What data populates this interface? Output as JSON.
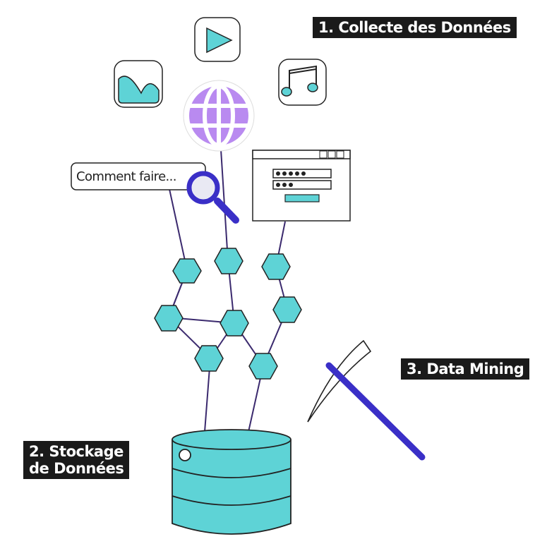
{
  "labels": {
    "collect": "1. Collecte des Données",
    "storage_line1": "2. Stockage",
    "storage_line2": "de Données",
    "mining": "3. Data Mining"
  },
  "search": {
    "text": "Comment faire..."
  },
  "colors": {
    "teal": "#5ed3d6",
    "purple": "#3a2fc7",
    "lavender": "#b98af0",
    "outline": "#222222",
    "line": "#3b2a6e"
  },
  "icons": [
    "image-icon",
    "play-icon",
    "music-icon",
    "globe-icon",
    "magnifier-icon",
    "login-window-icon",
    "database-icon",
    "pickaxe-icon"
  ]
}
